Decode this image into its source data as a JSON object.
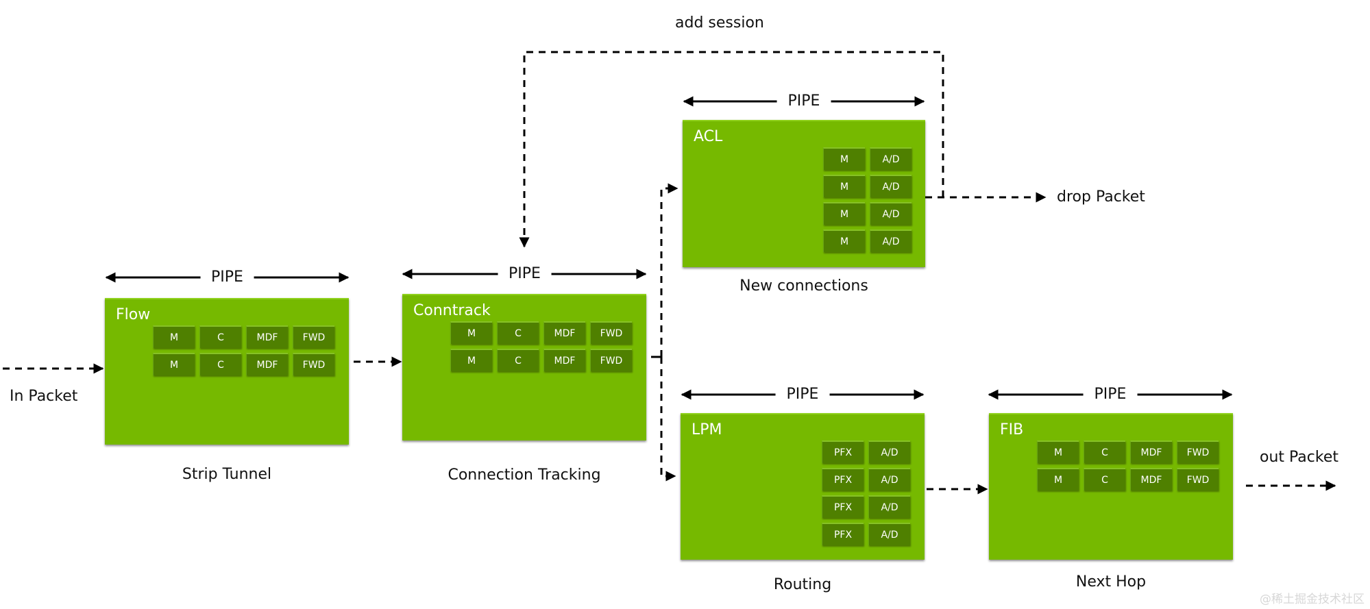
{
  "inputs": {
    "in_packet": "In Packet"
  },
  "outputs": {
    "drop_packet": "drop Packet",
    "out_packet": "out Packet"
  },
  "feedback": {
    "add_session": "add session"
  },
  "pipe_label": "PIPE",
  "stages": {
    "flow": {
      "title": "Flow",
      "caption": "Strip Tunnel",
      "cells": [
        "M",
        "C",
        "MDF",
        "FWD",
        "M",
        "C",
        "MDF",
        "FWD"
      ]
    },
    "conntrack": {
      "title": "Conntrack",
      "caption": "Connection Tracking",
      "cells": [
        "M",
        "C",
        "MDF",
        "FWD",
        "M",
        "C",
        "MDF",
        "FWD"
      ]
    },
    "acl": {
      "title": "ACL",
      "caption": "New connections",
      "cells": [
        "M",
        "A/D",
        "M",
        "A/D",
        "M",
        "A/D",
        "M",
        "A/D"
      ]
    },
    "lpm": {
      "title": "LPM",
      "caption": "Routing",
      "cells": [
        "PFX",
        "A/D",
        "PFX",
        "A/D",
        "PFX",
        "A/D",
        "PFX",
        "A/D"
      ]
    },
    "fib": {
      "title": "FIB",
      "caption": "Next Hop",
      "cells": [
        "M",
        "C",
        "MDF",
        "FWD",
        "M",
        "C",
        "MDF",
        "FWD"
      ]
    }
  },
  "watermark": "@稀土掘金技术社区",
  "colors": {
    "stage_green": "#76b900",
    "cell_green": "#4f8000",
    "arrow": "#000000"
  }
}
